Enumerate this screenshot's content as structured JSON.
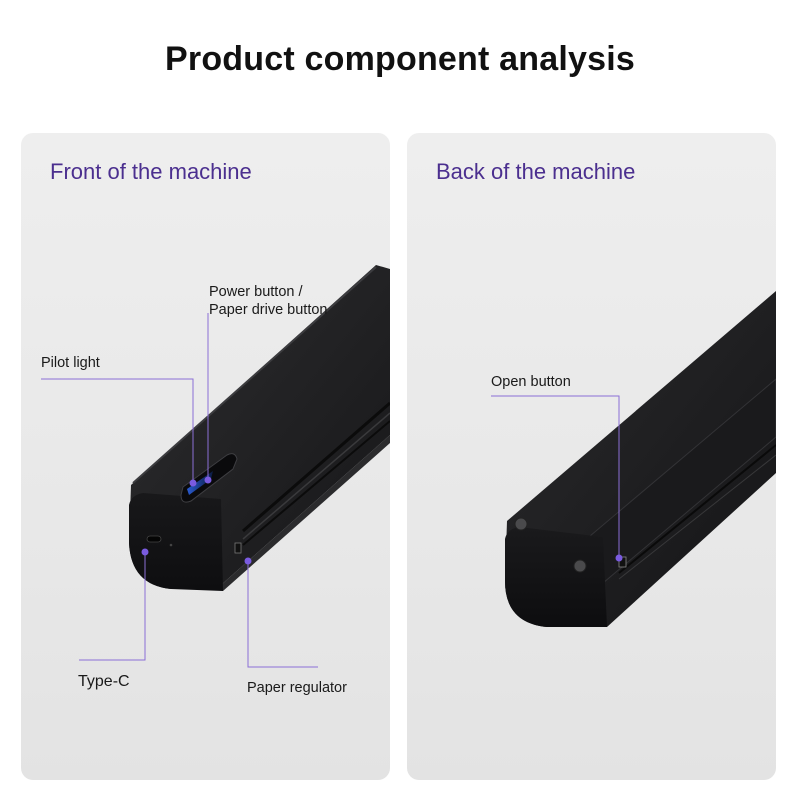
{
  "page": {
    "title": "Product component analysis"
  },
  "colors": {
    "accent": "#4b2f8f",
    "callout_line": "#8b6fd6",
    "device_body": "#1c1c1e",
    "panel_background": "#ececec"
  },
  "front_panel": {
    "title": "Front of the machine",
    "labels": {
      "power_button_line1": "Power button /",
      "power_button_line2": "Paper drive button",
      "pilot_light": "Pilot light",
      "type_c": "Type-C",
      "paper_regulator": "Paper regulator"
    }
  },
  "back_panel": {
    "title": "Back of the machine",
    "labels": {
      "open_button": "Open button"
    }
  }
}
